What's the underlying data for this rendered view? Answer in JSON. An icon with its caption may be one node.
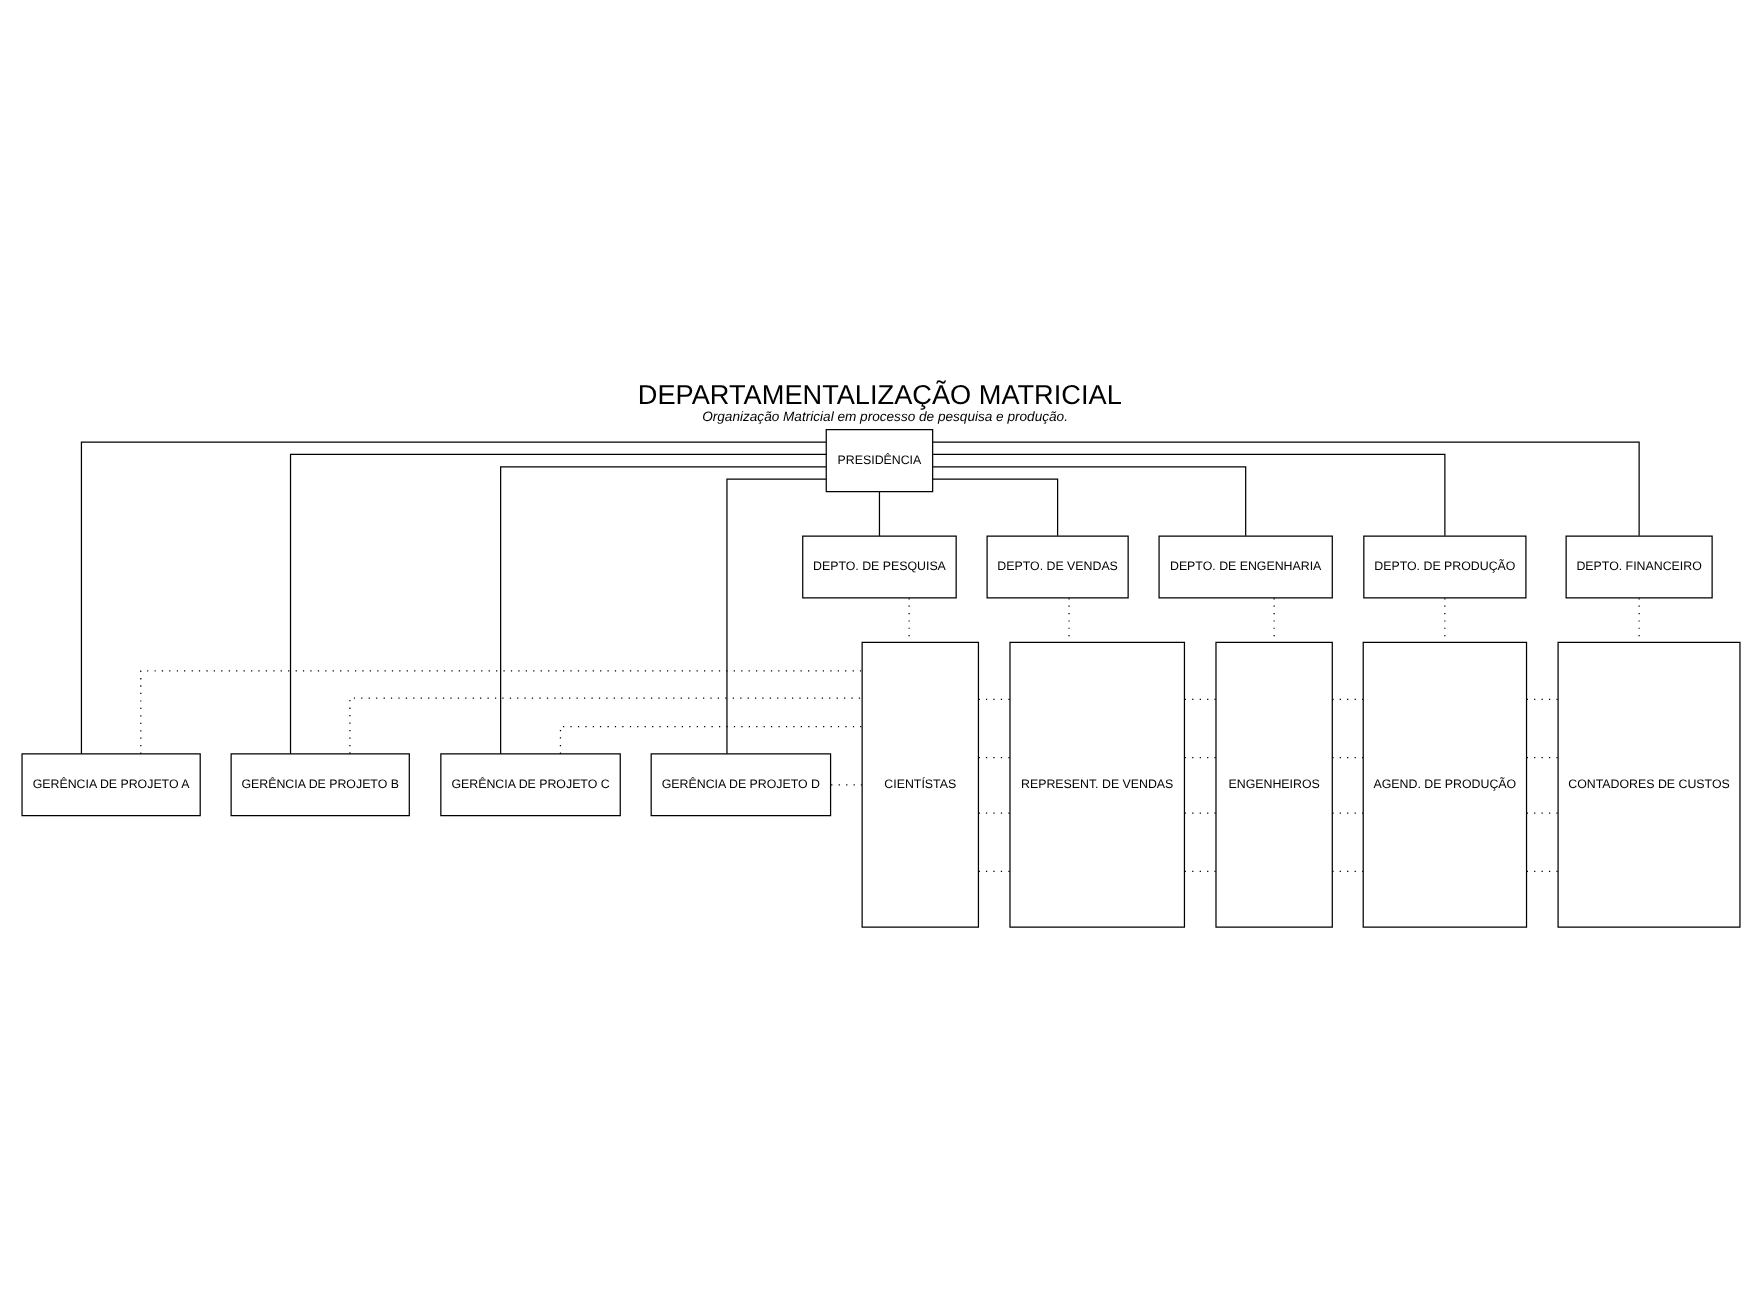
{
  "diagram": {
    "title": "DEPARTAMENTALIZAÇÃO MATRICIAL",
    "caption": "Organização Matricial em processo de pesquisa e produção.",
    "nodes": [
      {
        "text": [
          "PRESIDÊNCIA"
        ]
      },
      {
        "text": [
          "DEPTO. DE PESQUISA"
        ]
      },
      {
        "text": [
          "DEPTO. DE VENDAS"
        ]
      },
      {
        "text": [
          "DEPTO. DE ENGENHARIA"
        ]
      },
      {
        "text": [
          "DEPTO. DE PRODUÇÃO"
        ]
      },
      {
        "text": [
          "DEPTO. FINANCEIRO"
        ]
      },
      {
        "text": [
          "GERÊNCIA DE PROJETO A"
        ]
      },
      {
        "text": [
          "GERÊNCIA DE PROJETO B"
        ]
      },
      {
        "text": [
          "GERÊNCIA DE PROJETO C"
        ]
      },
      {
        "text": [
          "GERÊNCIA DE PROJETO D"
        ]
      },
      {
        "text": [
          "CIENTÍSTAS"
        ]
      },
      {
        "text": [
          "REPRESENT. DE VENDAS"
        ]
      },
      {
        "text": [
          "ENGENHEIROS"
        ]
      },
      {
        "text": [
          "AGEND. DE PRODUÇÃO"
        ]
      },
      {
        "text": [
          "CONTADORES DE CUSTOS"
        ]
      }
    ],
    "edges": [
      {
        "from": 0,
        "to": 1,
        "arrow": "none"
      },
      {
        "from": 0,
        "to": 2,
        "arrow": "none"
      },
      {
        "from": 0,
        "to": 3,
        "arrow": "none"
      },
      {
        "from": 0,
        "to": 4,
        "arrow": "none"
      },
      {
        "from": 0,
        "to": 5,
        "arrow": "none"
      },
      {
        "from": 0,
        "to": 6,
        "arrow": "none"
      },
      {
        "from": 0,
        "to": 7,
        "arrow": "none"
      },
      {
        "from": 0,
        "to": 8,
        "arrow": "none"
      },
      {
        "from": 0,
        "to": 9,
        "arrow": "none"
      },
      {
        "from": 1,
        "to": 10,
        "arrow": "none",
        "style": "dashed"
      },
      {
        "from": 2,
        "to": 11,
        "arrow": "none",
        "style": "dashed"
      },
      {
        "from": 3,
        "to": 12,
        "arrow": "none",
        "style": "dashed"
      },
      {
        "from": 4,
        "to": 13,
        "arrow": "none",
        "style": "dashed"
      },
      {
        "from": 5,
        "to": 14,
        "arrow": "none",
        "style": "dashed"
      },
      {
        "from": 6,
        "to": 10,
        "arrow": "none",
        "style": "dashed"
      },
      {
        "from": 10,
        "to": 11,
        "arrow": "none",
        "style": "dashed"
      },
      {
        "from": 11,
        "to": 12,
        "arrow": "none",
        "style": "dashed"
      },
      {
        "from": 12,
        "to": 13,
        "arrow": "none",
        "style": "dashed"
      },
      {
        "from": 13,
        "to": 14,
        "arrow": "none",
        "style": "dashed"
      },
      {
        "from": 7,
        "to": 10,
        "arrow": "none",
        "style": "dashed"
      },
      {
        "from": 10,
        "to": 11,
        "arrow": "none",
        "style": "dashed"
      },
      {
        "from": 11,
        "to": 12,
        "arrow": "none",
        "style": "dashed"
      },
      {
        "from": 12,
        "to": 13,
        "arrow": "none",
        "style": "dashed"
      },
      {
        "from": 13,
        "to": 14,
        "arrow": "none",
        "style": "dashed"
      },
      {
        "from": 8,
        "to": 10,
        "arrow": "none",
        "style": "dashed"
      },
      {
        "from": 10,
        "to": 11,
        "arrow": "none",
        "style": "dashed"
      },
      {
        "from": 11,
        "to": 12,
        "arrow": "none",
        "style": "dashed"
      },
      {
        "from": 12,
        "to": 13,
        "arrow": "none",
        "style": "dashed"
      },
      {
        "from": 13,
        "to": 14,
        "arrow": "none",
        "style": "dashed"
      },
      {
        "from": 9,
        "to": 10,
        "arrow": "none",
        "style": "dashed"
      },
      {
        "from": 10,
        "to": 11,
        "arrow": "none",
        "style": "dashed"
      },
      {
        "from": 11,
        "to": 12,
        "arrow": "none",
        "style": "dashed"
      },
      {
        "from": 12,
        "to": 13,
        "arrow": "none",
        "style": "dashed"
      },
      {
        "from": 13,
        "to": 14,
        "arrow": "none",
        "style": "dashed"
      }
    ]
  }
}
